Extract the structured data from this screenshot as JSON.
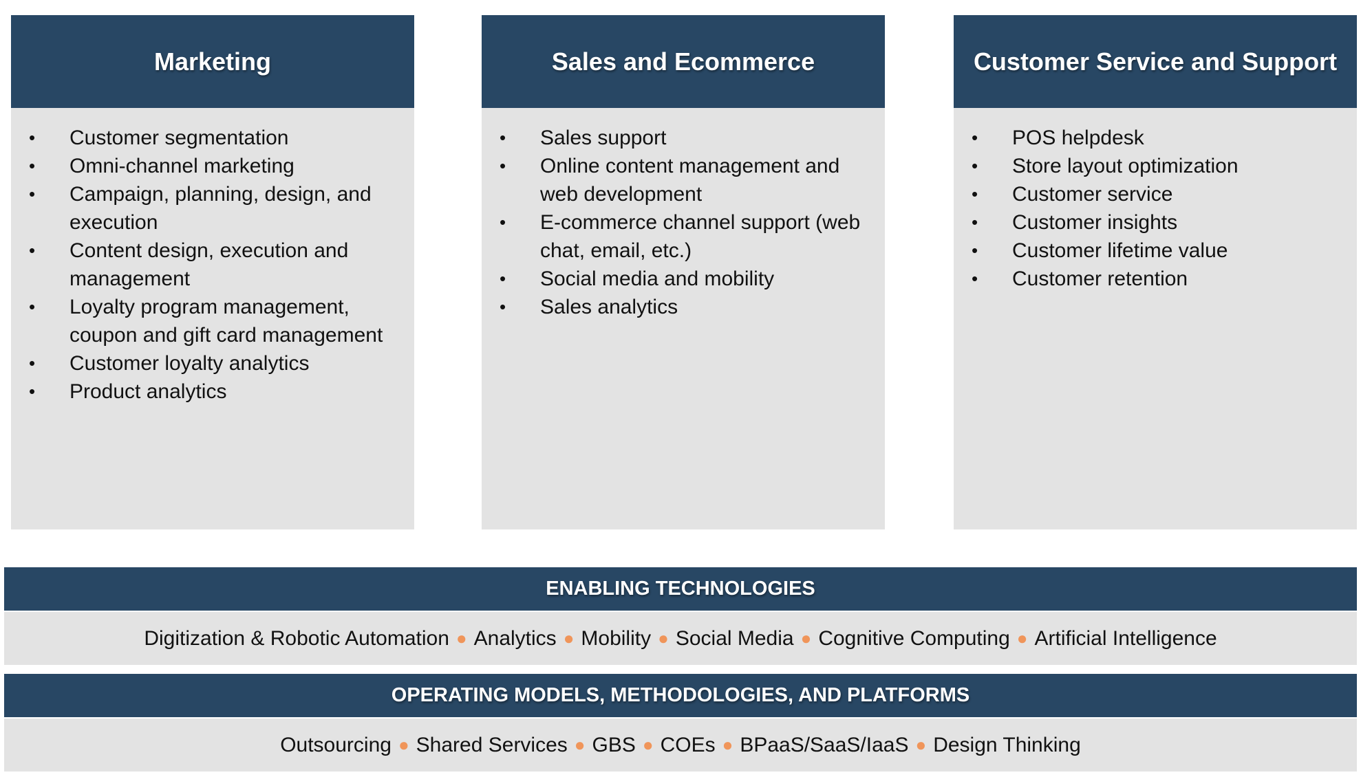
{
  "columns": [
    {
      "title": "Marketing",
      "items": [
        "Customer segmentation",
        "Omni-channel marketing",
        "Campaign, planning, design, and execution",
        "Content design, execution and management",
        "Loyalty program management, coupon and gift card management",
        "Customer loyalty analytics",
        "Product analytics"
      ]
    },
    {
      "title": "Sales and Ecommerce",
      "items": [
        "Sales support",
        "Online content management and web development",
        "E-commerce channel support (web chat, email, etc.)",
        "Social media and mobility",
        "Sales analytics"
      ]
    },
    {
      "title": "Customer Service and Support",
      "items": [
        "POS helpdesk",
        "Store layout optimization",
        "Customer service",
        "Customer insights",
        "Customer lifetime value",
        "Customer retention"
      ]
    }
  ],
  "enabling": {
    "title": "ENABLING TECHNOLOGIES",
    "items": [
      "Digitization & Robotic Automation",
      "Analytics",
      "Mobility",
      "Social Media",
      "Cognitive Computing",
      "Artificial Intelligence"
    ]
  },
  "operating": {
    "title": "OPERATING MODELS, METHODOLOGIES, AND PLATFORMS",
    "items": [
      "Outsourcing",
      "Shared Services",
      "GBS",
      "COEs",
      "BPaaS/SaaS/IaaS",
      "Design Thinking"
    ]
  },
  "colors": {
    "header_bg": "#284764",
    "panel_bg": "#e3e3e3",
    "separator_dot": "#f0955a"
  }
}
